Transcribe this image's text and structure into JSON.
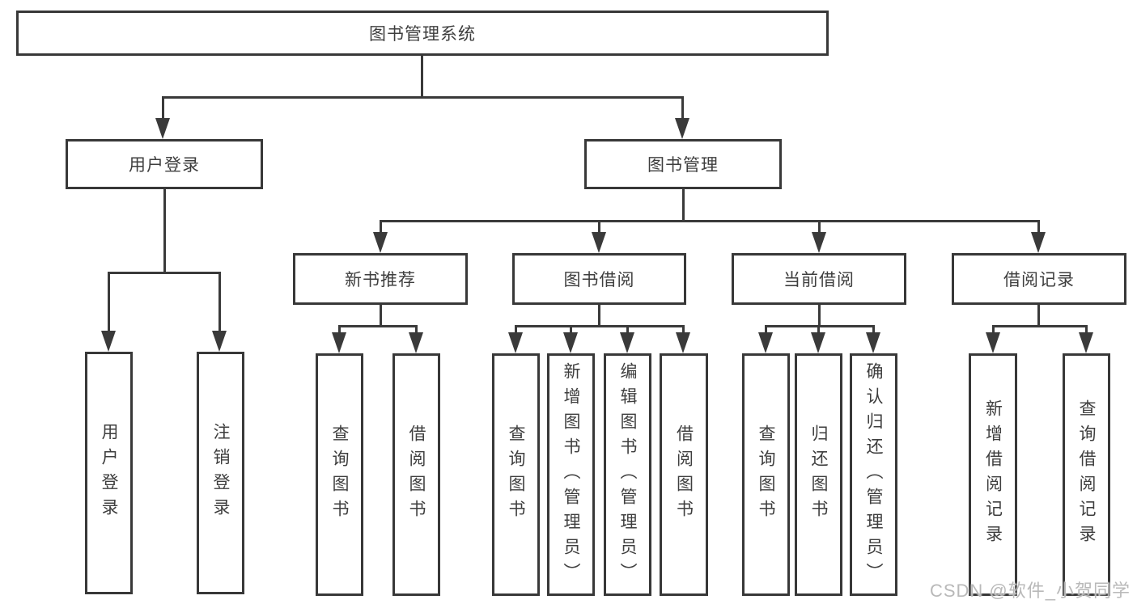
{
  "diagram": {
    "line_color": "#3a3a3a",
    "border_color": "#383838",
    "text_color": "#3e3e3e",
    "watermark_color": "#b9b9b9",
    "nodes": {
      "root": "图书管理系统",
      "user_login": "用户登录",
      "book_mgmt": "图书管理",
      "login": "用户登录",
      "logout": "注销登录",
      "new_book_rec": "新书推荐",
      "book_borrow": "图书借阅",
      "current_borrow": "当前借阅",
      "borrow_record": "借阅记录",
      "nbr_query": "查询图书",
      "nbr_borrow": "借阅图书",
      "bb_query": "查询图书",
      "bb_add": "新增图书（管理员）",
      "bb_edit": "编辑图书（管理员）",
      "bb_borrow": "借阅图书",
      "cb_query": "查询图书",
      "cb_return": "归还图书",
      "cb_confirm": "确认归还（管理员）",
      "br_add": "新增借阅记录",
      "br_query": "查询借阅记录"
    },
    "watermark": "CSDN @软件_小贺同学"
  }
}
